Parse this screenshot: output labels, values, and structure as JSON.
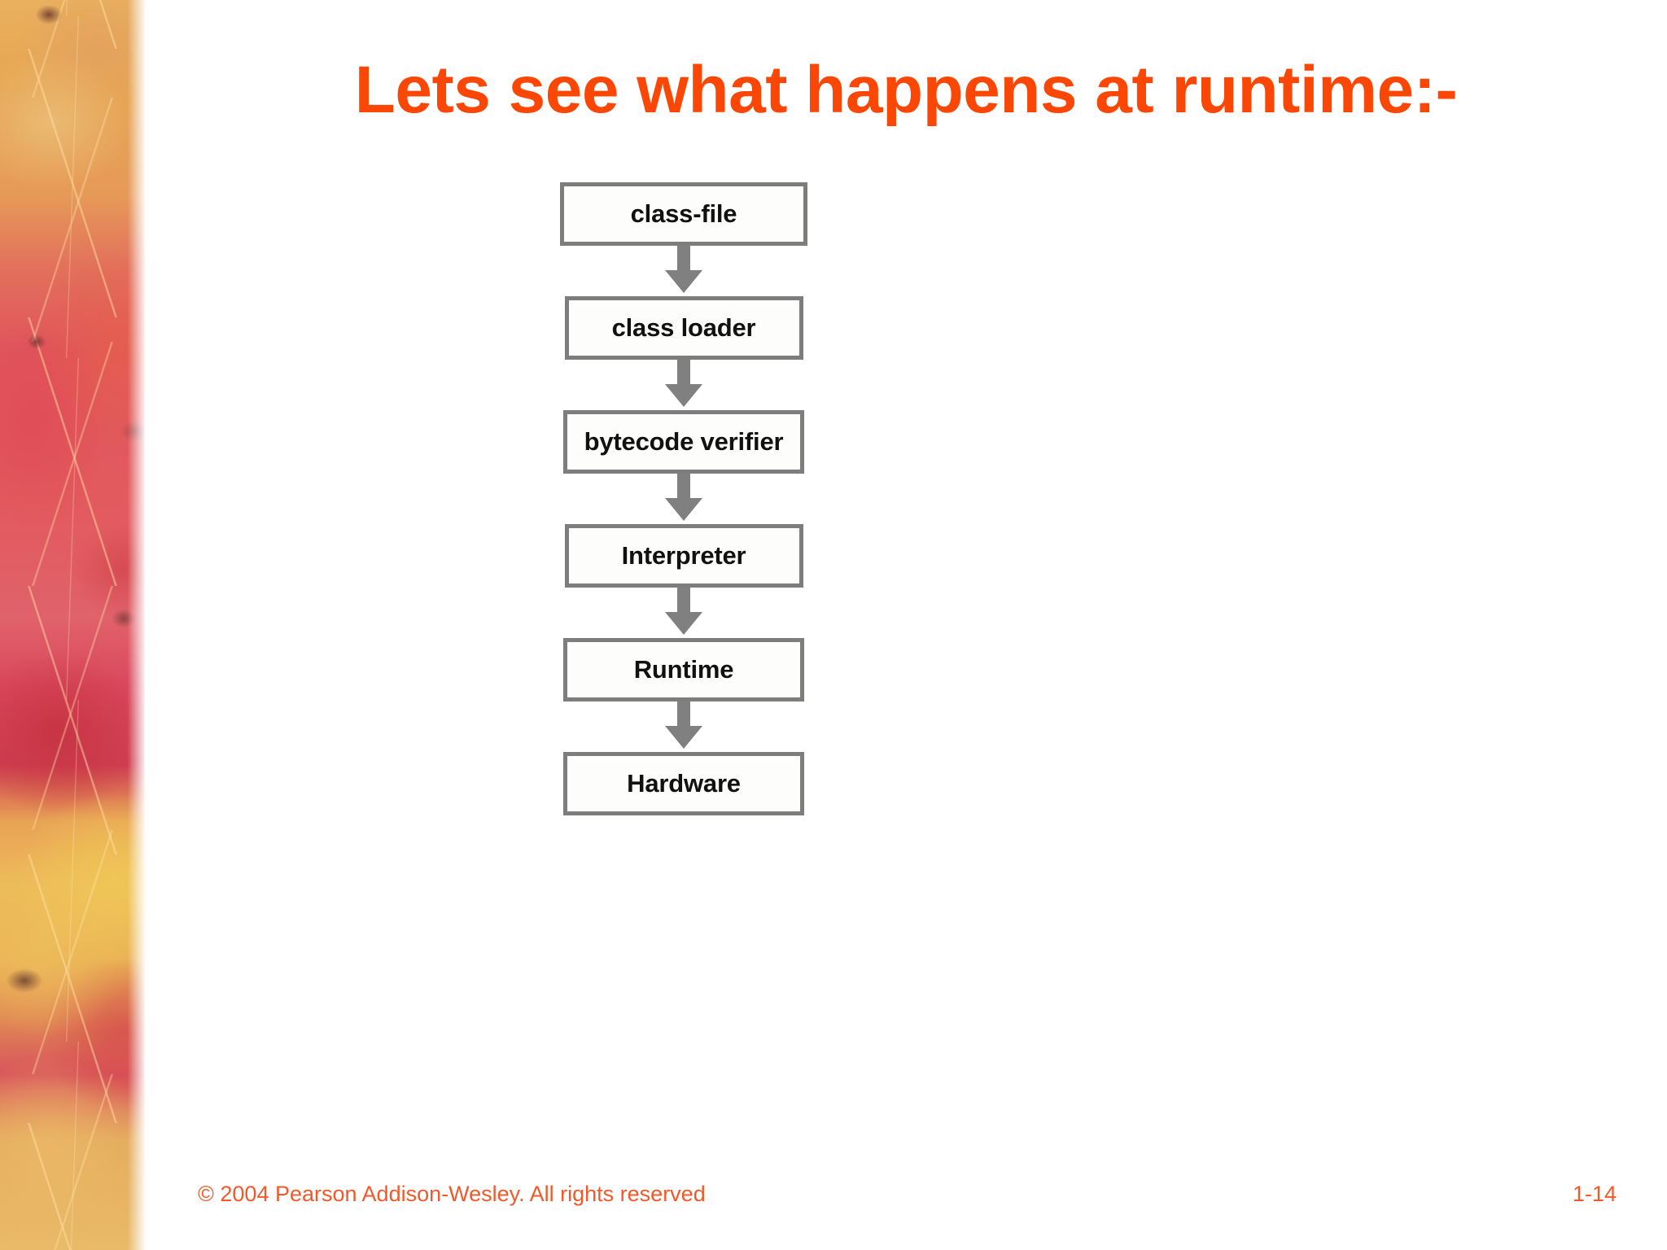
{
  "slide": {
    "title": "Lets see what happens at runtime:-",
    "title_color": "#fb4706",
    "background_color": "#ffffff"
  },
  "decoration": {
    "left_border": {
      "name": "autumn-leaves-photo-border",
      "palette": [
        "#e9b05e",
        "#e0555c",
        "#cf3f52",
        "#edbb5a",
        "#e8a355",
        "#d9545c"
      ]
    }
  },
  "diagram": {
    "name": "java-runtime-pipeline",
    "type": "flowchart",
    "orientation": "vertical",
    "box_border_color": "#7d7d7d",
    "box_fill_color": "#fdfdfb",
    "arrow_color": "#808080",
    "nodes": [
      {
        "label": "class-file"
      },
      {
        "label": "class loader"
      },
      {
        "label": "bytecode verifier"
      },
      {
        "label": "Interpreter"
      },
      {
        "label": "Runtime"
      },
      {
        "label": "Hardware"
      }
    ],
    "edges": [
      {
        "from": "class-file",
        "to": "class loader",
        "icon": "down-arrow-icon"
      },
      {
        "from": "class loader",
        "to": "bytecode verifier",
        "icon": "down-arrow-icon"
      },
      {
        "from": "bytecode verifier",
        "to": "Interpreter",
        "icon": "down-arrow-icon"
      },
      {
        "from": "Interpreter",
        "to": "Runtime",
        "icon": "down-arrow-icon"
      },
      {
        "from": "Runtime",
        "to": "Hardware",
        "icon": "down-arrow-icon"
      }
    ]
  },
  "footer": {
    "copyright": "© 2004 Pearson Addison-Wesley. All rights reserved",
    "page_number": "1-14",
    "text_color": "#f1592a"
  }
}
